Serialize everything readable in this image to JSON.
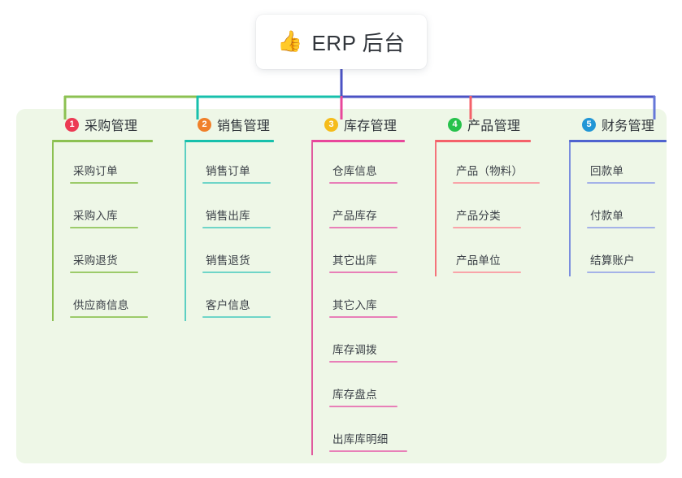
{
  "page": {
    "background_color": "#ffffff",
    "panel_color": "#eef7e7"
  },
  "root": {
    "icon": "thumbs-up-icon",
    "emoji": "👍",
    "title": "ERP 后台"
  },
  "connectors": {
    "stem_color": "#4b52c4",
    "bus_segments": [
      {
        "color": "#8cc152",
        "from": "column-1",
        "to": "column-2"
      },
      {
        "color": "#17c0ac",
        "from": "column-2",
        "to": "column-3"
      },
      {
        "color": "#4b52c4",
        "from": "column-3",
        "to": "column-5"
      }
    ],
    "drops": [
      "#8cc152",
      "#17c0ac",
      "#e8479b",
      "#f4616a",
      "#6577d8"
    ]
  },
  "columns": [
    {
      "id": "column-1",
      "number": "1",
      "title": "采购管理",
      "badge_color": "#ec3a54",
      "accent_color": "#8cc152",
      "items": [
        {
          "label": "采购订单"
        },
        {
          "label": "采购入库"
        },
        {
          "label": "采购退货"
        },
        {
          "label": "供应商信息"
        }
      ]
    },
    {
      "id": "column-2",
      "number": "2",
      "title": "销售管理",
      "badge_color": "#f0802a",
      "accent_color": "#17c0ac",
      "items": [
        {
          "label": "销售订单"
        },
        {
          "label": "销售出库"
        },
        {
          "label": "销售退货"
        },
        {
          "label": "客户信息"
        }
      ]
    },
    {
      "id": "column-3",
      "number": "3",
      "title": "库存管理",
      "badge_color": "#f5bc1a",
      "accent_color": "#e8479b",
      "items": [
        {
          "label": "仓库信息"
        },
        {
          "label": "产品库存"
        },
        {
          "label": "其它出库"
        },
        {
          "label": "其它入库"
        },
        {
          "label": "库存调拨"
        },
        {
          "label": "库存盘点"
        },
        {
          "label": "出库库明细"
        }
      ]
    },
    {
      "id": "column-4",
      "number": "4",
      "title": "产品管理",
      "badge_color": "#27c24c",
      "accent_color": "#f4616a",
      "items": [
        {
          "label": "产品（物料）"
        },
        {
          "label": "产品分类"
        },
        {
          "label": "产品单位"
        }
      ]
    },
    {
      "id": "column-5",
      "number": "5",
      "title": "财务管理",
      "badge_color": "#2196d6",
      "accent_color": "#6577d8",
      "items": [
        {
          "label": "回款单"
        },
        {
          "label": "付款单"
        },
        {
          "label": "结算账户"
        }
      ]
    }
  ]
}
